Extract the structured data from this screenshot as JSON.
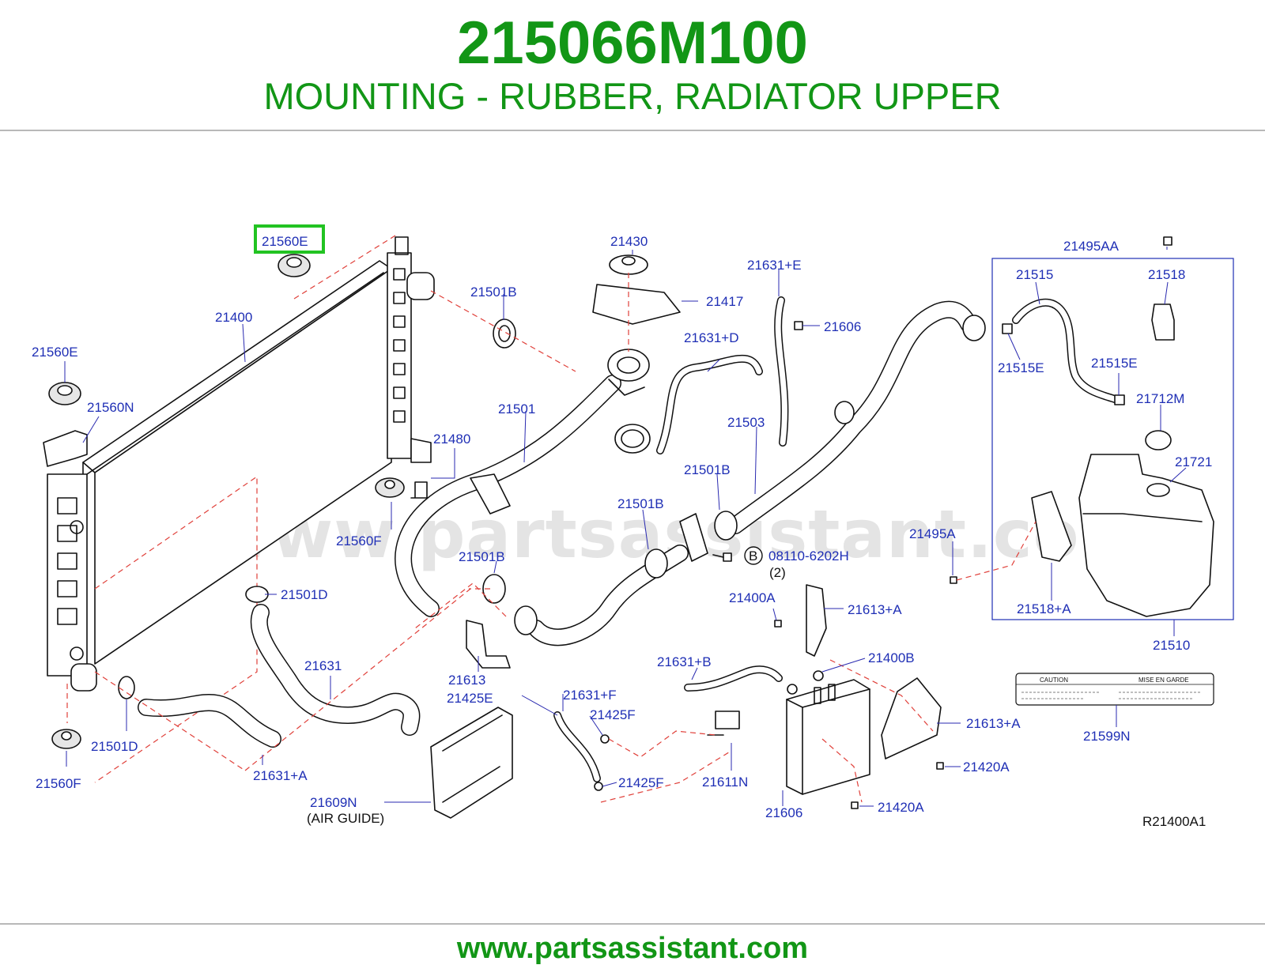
{
  "header": {
    "part_number": "215066M100",
    "description": "MOUNTING - RUBBER, RADIATOR UPPER"
  },
  "watermark": "www.partsassistant.com",
  "highlight_color": "#22c322",
  "title_color": "#129616",
  "label_color": "#1f2fb5",
  "callouts": {
    "highlighted": "21560E",
    "c21400": "21400",
    "c21560E_left": "21560E",
    "c21560N": "21560N",
    "c21480": "21480",
    "c21560F_mid": "21560F",
    "c21501D_top": "21501D",
    "c21631": "21631",
    "c21501D_bottom": "21501D",
    "c21560F_bottom": "21560F",
    "c21631A": "21631+A",
    "c21430": "21430",
    "c21417": "21417",
    "c21501B_top": "21501B",
    "c21501": "21501",
    "c21631D": "21631+D",
    "c21631E": "21631+E",
    "c21606_top": "21606",
    "c21503": "21503",
    "c21501B_mid": "21501B",
    "c21501B_mid2": "21501B",
    "c21501B_low": "21501B",
    "bolt_circle": "B",
    "bolt_number": "08110-6202H",
    "bolt_qty": "(2)",
    "c21613_left": "21613",
    "c21425E": "21425E",
    "c21609N": "21609N",
    "air_guide": "(AIR   GUIDE)",
    "c21631F": "21631+F",
    "c21425F_top": "21425F",
    "c21425F_bottom": "21425F",
    "c21631B": "21631+B",
    "c21611N": "21611N",
    "c21606_bottom": "21606",
    "c21400A": "21400A",
    "c21613A_top": "21613+A",
    "c21400B": "21400B",
    "c21613A_right": "21613+A",
    "c21420A_top": "21420A",
    "c21420A_bottom": "21420A",
    "c21495A": "21495A",
    "c21495AA": "21495AA",
    "c21515": "21515",
    "c21518": "21518",
    "c21515E_left": "21515E",
    "c21515E_right": "21515E",
    "c21712M": "21712M",
    "c21721": "21721",
    "c21518A": "21518+A",
    "c21510": "21510",
    "c21599N": "21599N",
    "diagram_ref": "R21400A1"
  },
  "caution_label": {
    "left_heading": "CAUTION",
    "right_heading": "MISE   EN   GARDE"
  },
  "footer": {
    "url": "www.partsassistant.com"
  }
}
